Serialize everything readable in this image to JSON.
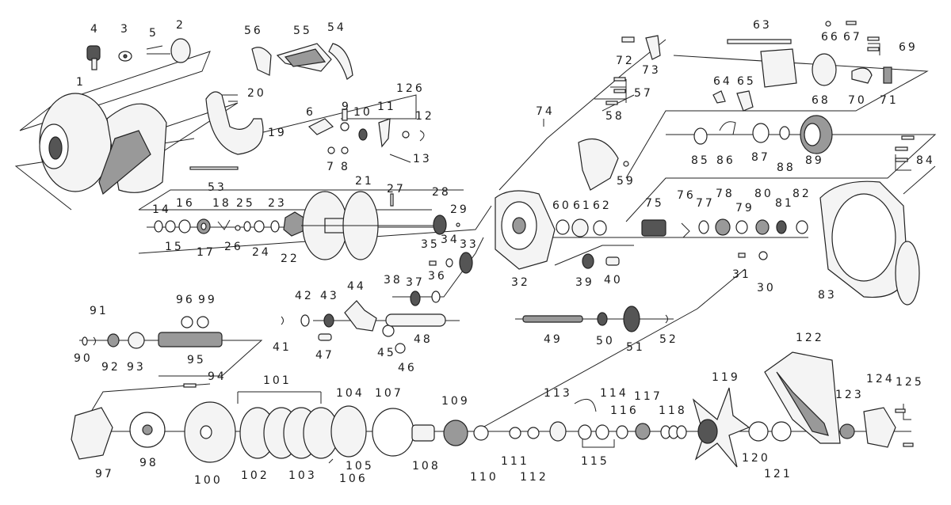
{
  "diagram": {
    "title": "Baitcasting reel exploded parts view",
    "parts": [
      {
        "id": "p1",
        "label": "1"
      },
      {
        "id": "p2",
        "label": "2"
      },
      {
        "id": "p3",
        "label": "3"
      },
      {
        "id": "p4",
        "label": "4"
      },
      {
        "id": "p5",
        "label": "5"
      },
      {
        "id": "p6",
        "label": "6"
      },
      {
        "id": "p7",
        "label": "7"
      },
      {
        "id": "p8",
        "label": "8"
      },
      {
        "id": "p9",
        "label": "9"
      },
      {
        "id": "p10",
        "label": "10"
      },
      {
        "id": "p11",
        "label": "11"
      },
      {
        "id": "p12",
        "label": "12"
      },
      {
        "id": "p13",
        "label": "13"
      },
      {
        "id": "p14",
        "label": "14"
      },
      {
        "id": "p15",
        "label": "15"
      },
      {
        "id": "p16",
        "label": "16"
      },
      {
        "id": "p17",
        "label": "17"
      },
      {
        "id": "p18",
        "label": "18"
      },
      {
        "id": "p19",
        "label": "19"
      },
      {
        "id": "p20",
        "label": "20"
      },
      {
        "id": "p21",
        "label": "21"
      },
      {
        "id": "p22",
        "label": "22"
      },
      {
        "id": "p23",
        "label": "23"
      },
      {
        "id": "p24",
        "label": "24"
      },
      {
        "id": "p25",
        "label": "25"
      },
      {
        "id": "p26",
        "label": "26"
      },
      {
        "id": "p27",
        "label": "27"
      },
      {
        "id": "p28",
        "label": "28"
      },
      {
        "id": "p29",
        "label": "29"
      },
      {
        "id": "p30",
        "label": "30"
      },
      {
        "id": "p31",
        "label": "31"
      },
      {
        "id": "p32",
        "label": "32"
      },
      {
        "id": "p33",
        "label": "33"
      },
      {
        "id": "p34",
        "label": "34"
      },
      {
        "id": "p35",
        "label": "35"
      },
      {
        "id": "p36",
        "label": "36"
      },
      {
        "id": "p37",
        "label": "37"
      },
      {
        "id": "p38",
        "label": "38"
      },
      {
        "id": "p39",
        "label": "39"
      },
      {
        "id": "p40",
        "label": "40"
      },
      {
        "id": "p41",
        "label": "41"
      },
      {
        "id": "p42",
        "label": "42"
      },
      {
        "id": "p43",
        "label": "43"
      },
      {
        "id": "p44",
        "label": "44"
      },
      {
        "id": "p45",
        "label": "45"
      },
      {
        "id": "p46",
        "label": "46"
      },
      {
        "id": "p47",
        "label": "47"
      },
      {
        "id": "p48",
        "label": "48"
      },
      {
        "id": "p49",
        "label": "49"
      },
      {
        "id": "p50",
        "label": "50"
      },
      {
        "id": "p51",
        "label": "51"
      },
      {
        "id": "p52",
        "label": "52"
      },
      {
        "id": "p53",
        "label": "53"
      },
      {
        "id": "p54",
        "label": "54"
      },
      {
        "id": "p55",
        "label": "55"
      },
      {
        "id": "p56",
        "label": "56"
      },
      {
        "id": "p57",
        "label": "57"
      },
      {
        "id": "p58",
        "label": "58"
      },
      {
        "id": "p59",
        "label": "59"
      },
      {
        "id": "p60",
        "label": "60"
      },
      {
        "id": "p61",
        "label": "61"
      },
      {
        "id": "p62",
        "label": "62"
      },
      {
        "id": "p63",
        "label": "63"
      },
      {
        "id": "p64",
        "label": "64"
      },
      {
        "id": "p65",
        "label": "65"
      },
      {
        "id": "p66",
        "label": "66"
      },
      {
        "id": "p67",
        "label": "67"
      },
      {
        "id": "p68",
        "label": "68"
      },
      {
        "id": "p69",
        "label": "69"
      },
      {
        "id": "p70",
        "label": "70"
      },
      {
        "id": "p71",
        "label": "71"
      },
      {
        "id": "p72",
        "label": "72"
      },
      {
        "id": "p73",
        "label": "73"
      },
      {
        "id": "p74",
        "label": "74"
      },
      {
        "id": "p75",
        "label": "75"
      },
      {
        "id": "p76",
        "label": "76"
      },
      {
        "id": "p77",
        "label": "77"
      },
      {
        "id": "p78",
        "label": "78"
      },
      {
        "id": "p79",
        "label": "79"
      },
      {
        "id": "p80",
        "label": "80"
      },
      {
        "id": "p81",
        "label": "81"
      },
      {
        "id": "p82",
        "label": "82"
      },
      {
        "id": "p83",
        "label": "83"
      },
      {
        "id": "p84",
        "label": "84"
      },
      {
        "id": "p85",
        "label": "85"
      },
      {
        "id": "p86",
        "label": "86"
      },
      {
        "id": "p87",
        "label": "87"
      },
      {
        "id": "p88",
        "label": "88"
      },
      {
        "id": "p89",
        "label": "89"
      },
      {
        "id": "p90",
        "label": "90"
      },
      {
        "id": "p91",
        "label": "91"
      },
      {
        "id": "p92",
        "label": "92"
      },
      {
        "id": "p93",
        "label": "93"
      },
      {
        "id": "p94",
        "label": "94"
      },
      {
        "id": "p95",
        "label": "95"
      },
      {
        "id": "p96",
        "label": "96"
      },
      {
        "id": "p97",
        "label": "97"
      },
      {
        "id": "p98",
        "label": "98"
      },
      {
        "id": "p99",
        "label": "99"
      },
      {
        "id": "p100",
        "label": "100"
      },
      {
        "id": "p101",
        "label": "101"
      },
      {
        "id": "p102",
        "label": "102"
      },
      {
        "id": "p103",
        "label": "103"
      },
      {
        "id": "p104",
        "label": "104"
      },
      {
        "id": "p105",
        "label": "105"
      },
      {
        "id": "p106",
        "label": "106"
      },
      {
        "id": "p107",
        "label": "107"
      },
      {
        "id": "p108",
        "label": "108"
      },
      {
        "id": "p109",
        "label": "109"
      },
      {
        "id": "p110",
        "label": "110"
      },
      {
        "id": "p111",
        "label": "111"
      },
      {
        "id": "p112",
        "label": "112"
      },
      {
        "id": "p113",
        "label": "113"
      },
      {
        "id": "p114",
        "label": "114"
      },
      {
        "id": "p115",
        "label": "115"
      },
      {
        "id": "p116",
        "label": "116"
      },
      {
        "id": "p117",
        "label": "117"
      },
      {
        "id": "p118",
        "label": "118"
      },
      {
        "id": "p119",
        "label": "119"
      },
      {
        "id": "p120",
        "label": "120"
      },
      {
        "id": "p121",
        "label": "121"
      },
      {
        "id": "p122",
        "label": "122"
      },
      {
        "id": "p123",
        "label": "123"
      },
      {
        "id": "p124",
        "label": "124"
      },
      {
        "id": "p125",
        "label": "125"
      },
      {
        "id": "p126",
        "label": "126"
      }
    ]
  }
}
